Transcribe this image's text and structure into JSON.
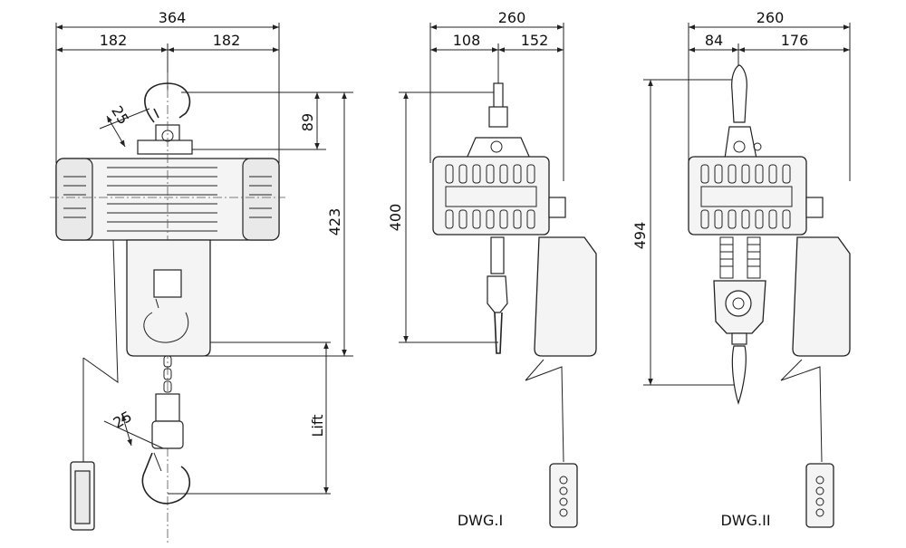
{
  "drawing_1": {
    "overall_width": "364",
    "left_half": "182",
    "right_half": "182",
    "hook_height": "89",
    "total_height": "423",
    "hook_opening_top": "25",
    "hook_opening_bottom": "25",
    "lift_label": "Lift"
  },
  "drawing_2": {
    "overall_width": "260",
    "left_part": "108",
    "right_part": "152",
    "height": "400",
    "caption": "DWG.I"
  },
  "drawing_3": {
    "overall_width": "260",
    "left_part": "84",
    "right_part": "176",
    "height": "494",
    "caption": "DWG.II"
  }
}
